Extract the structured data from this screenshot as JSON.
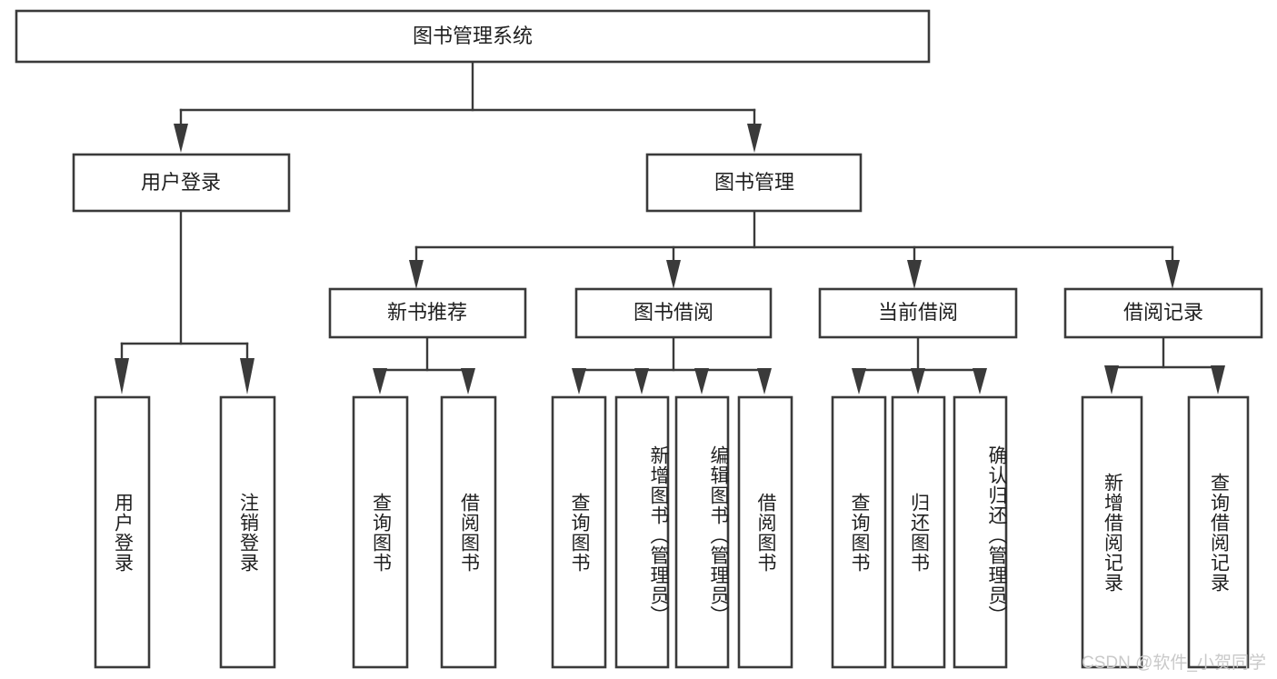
{
  "diagram": {
    "title": "图书管理系统",
    "type": "tree-hierarchy",
    "root": {
      "label": "图书管理系统",
      "children": [
        {
          "label": "用户登录",
          "children": [
            {
              "label": "用户登录"
            },
            {
              "label": "注销登录"
            }
          ]
        },
        {
          "label": "图书管理",
          "children": [
            {
              "label": "新书推荐",
              "children": [
                {
                  "label": "查询图书"
                },
                {
                  "label": "借阅图书"
                }
              ]
            },
            {
              "label": "图书借阅",
              "children": [
                {
                  "label": "查询图书"
                },
                {
                  "label": "新增图书（管理员）"
                },
                {
                  "label": "编辑图书（管理员）"
                },
                {
                  "label": "借阅图书"
                }
              ]
            },
            {
              "label": "当前借阅",
              "children": [
                {
                  "label": "查询图书"
                },
                {
                  "label": "归还图书"
                },
                {
                  "label": "确认归还（管理员）"
                }
              ]
            },
            {
              "label": "借阅记录",
              "children": [
                {
                  "label": "新增借阅记录"
                },
                {
                  "label": "查询借阅记录"
                }
              ]
            }
          ]
        }
      ]
    }
  },
  "nodes": {
    "root": "图书管理系统",
    "level2": {
      "user_login": "用户登录",
      "book_manage": "图书管理"
    },
    "level3": {
      "new_book_recommend": "新书推荐",
      "book_borrow": "图书借阅",
      "current_borrow": "当前借阅",
      "borrow_record": "借阅记录"
    },
    "leaves": {
      "user_login_1": "用户登录",
      "user_login_2": "注销登录",
      "recommend_1": "查询图书",
      "recommend_2": "借阅图书",
      "borrow_1": "查询图书",
      "borrow_2": "新增图书（管理员）",
      "borrow_3": "编辑图书（管理员）",
      "borrow_4": "借阅图书",
      "current_1": "查询图书",
      "current_2": "归还图书",
      "current_3": "确认归还（管理员）",
      "record_1": "新增借阅记录",
      "record_2": "查询借阅记录"
    }
  },
  "watermark": {
    "text": "CSDN @软件_小贺同学"
  },
  "colors": {
    "background": "#ffffff",
    "box_fill": "#ffffff",
    "box_stroke": "#3a3a3a",
    "connector": "#3a3a3a",
    "text": "#1f1f1f",
    "watermark": "#c9c9c9"
  }
}
